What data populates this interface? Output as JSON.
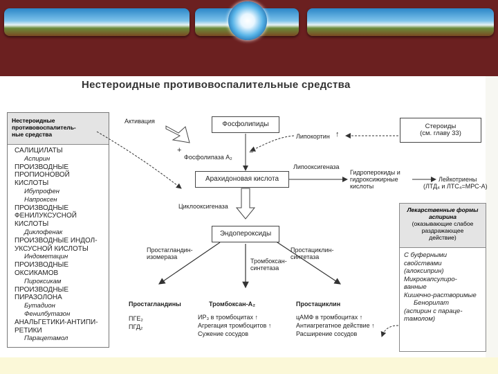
{
  "title": "Нестероидные противовоспалительные средства",
  "left_panel": {
    "header": [
      "Нестероидные",
      "противовоспалитель-",
      "ные средства"
    ],
    "items": [
      {
        "text": "САЛИЦИЛАТЫ",
        "italic": false
      },
      {
        "text": "Аспирин",
        "italic": true
      },
      {
        "text": "ПРОИЗВОДНЫЕ",
        "italic": false
      },
      {
        "text": "ПРОПИОНОВОЙ",
        "italic": false
      },
      {
        "text": "КИСЛОТЫ",
        "italic": false
      },
      {
        "text": "Ибупрофен",
        "italic": true
      },
      {
        "text": "Напроксен",
        "italic": true
      },
      {
        "text": "ПРОИЗВОДНЫЕ",
        "italic": false
      },
      {
        "text": "ФЕНИЛУКСУСНОЙ",
        "italic": false
      },
      {
        "text": "КИСЛОТЫ",
        "italic": false
      },
      {
        "text": "Диклофенак",
        "italic": true
      },
      {
        "text": "ПРОИЗВОДНЫЕ ИНДОЛ-",
        "italic": false
      },
      {
        "text": "УКСУСНОЙ КИСЛОТЫ",
        "italic": false
      },
      {
        "text": "Индометацин",
        "italic": true
      },
      {
        "text": "ПРОИЗВОДНЫЕ",
        "italic": false
      },
      {
        "text": "ОКСИКАМОВ",
        "italic": false
      },
      {
        "text": "Пироксикам",
        "italic": true
      },
      {
        "text": "ПРОИЗВОДНЫЕ",
        "italic": false
      },
      {
        "text": "ПИРАЗОЛОНА",
        "italic": false
      },
      {
        "text": "Бутадион",
        "italic": true
      },
      {
        "text": "Фенилбутазон",
        "italic": true
      },
      {
        "text": "АНАЛЬГЕТИКИ-АНТИПИ-",
        "italic": false
      },
      {
        "text": "РЕТИКИ",
        "italic": false
      },
      {
        "text": "Парацетамол",
        "italic": true
      }
    ]
  },
  "nodes": {
    "activation": "Активация",
    "phospholipids": "Фосфолипиды",
    "lipocortin": "Липокортин",
    "steroids_line1": "Стероиды",
    "steroids_line2": "(см. главу 33)",
    "plus": "+",
    "minus": "−",
    "phospholipase": "Фосфолипаза А₂",
    "lipoxygenase": "Липооксигеназа",
    "arachidonic": "Арахидоновая кислота",
    "hydroperoxides": [
      "Гидроперокиды и",
      "гидроксижирные",
      "кислоты"
    ],
    "leukotrienes": [
      "Лейкотриены",
      "(ЛТД₄ и ЛТС₄=МРС-А)"
    ],
    "cyclooxygenase": "Циклооксигеназа",
    "endoperoxides": "Эндопероксиды",
    "pg_isomerase": [
      "Простагландин-",
      "изомераза"
    ],
    "tx_synthetase": [
      "Тромбоксан-",
      "синтетаза"
    ],
    "pc_synthetase": [
      "Простациклин-",
      "синтетаза"
    ]
  },
  "outcomes": {
    "prostaglandins": {
      "title": "Простагландины",
      "lines": [
        "ПГЕ₂",
        "ПГД₂"
      ]
    },
    "thromboxane": {
      "title": "Тромбоксан-А₂",
      "lines": [
        "ИР₃ в тромбоцитах ↑",
        "Агрегация тромбоцитов ↑",
        "Сужение сосудов"
      ]
    },
    "prostacyclin": {
      "title": "Простациклин",
      "lines": [
        "цАМФ в тромбоцитах ↑",
        "Антиагрегатное действие ↑",
        "Расширение сосудов"
      ]
    }
  },
  "right_panel": {
    "header": [
      "Лекарственные формы",
      "аспирина",
      "(оказывающие слабое",
      "раздражающее",
      "действие)"
    ],
    "items": [
      "С буферными",
      "свойствами",
      "(алоксиприн)",
      "Микрокапсулиро-",
      "ванные",
      "Кишечно-растворимые",
      "Бенорилат",
      "(аспирин с параце-",
      "тамолом)"
    ]
  }
}
